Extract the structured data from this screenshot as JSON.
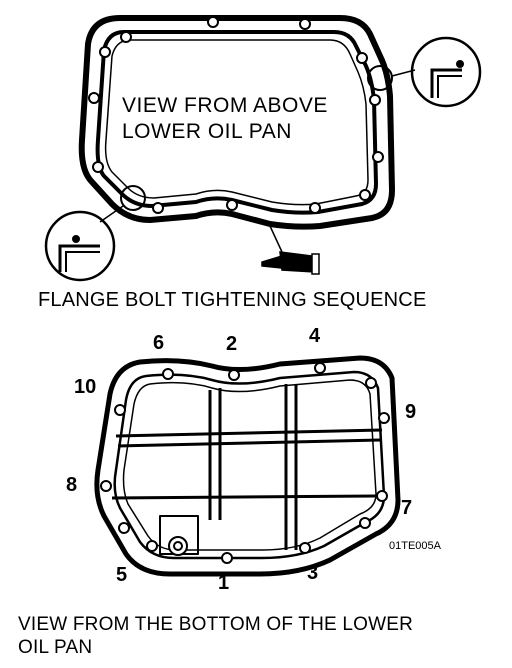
{
  "top_view": {
    "label_line1": "VIEW FROM ABOVE",
    "label_line2": "LOWER OIL PAN"
  },
  "sequence_title": "FLANGE BOLT TIGHTENING SEQUENCE",
  "bolt_numbers": [
    "1",
    "2",
    "3",
    "4",
    "5",
    "6",
    "7",
    "8",
    "9",
    "10"
  ],
  "figure_code": "01TE005A",
  "bottom_caption_line1": "VIEW FROM THE BOTTOM OF THE LOWER",
  "bottom_caption_line2": "OIL PAN"
}
